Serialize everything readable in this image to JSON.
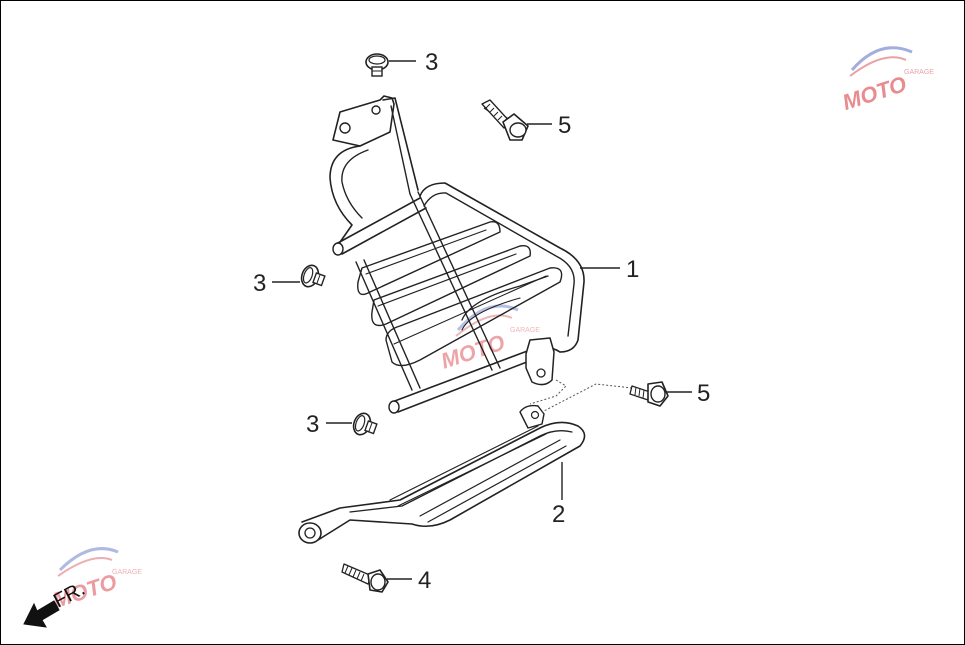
{
  "callouts": [
    {
      "id": "label-3-top",
      "text": "3"
    },
    {
      "id": "label-5-top",
      "text": "5"
    },
    {
      "id": "label-1",
      "text": "1"
    },
    {
      "id": "label-3-left",
      "text": "3"
    },
    {
      "id": "label-5-right",
      "text": "5"
    },
    {
      "id": "label-3-bottom",
      "text": "3"
    },
    {
      "id": "label-2",
      "text": "2"
    },
    {
      "id": "label-4",
      "text": "4"
    }
  ],
  "direction_label": "FR.",
  "watermark": {
    "brand": "MOTO",
    "sub": "GARAGE",
    "color": "#d8323a",
    "accent": "#5a6fb8"
  },
  "colors": {
    "line": "#222222",
    "fill": "#ffffff",
    "dotted": "#555555"
  }
}
